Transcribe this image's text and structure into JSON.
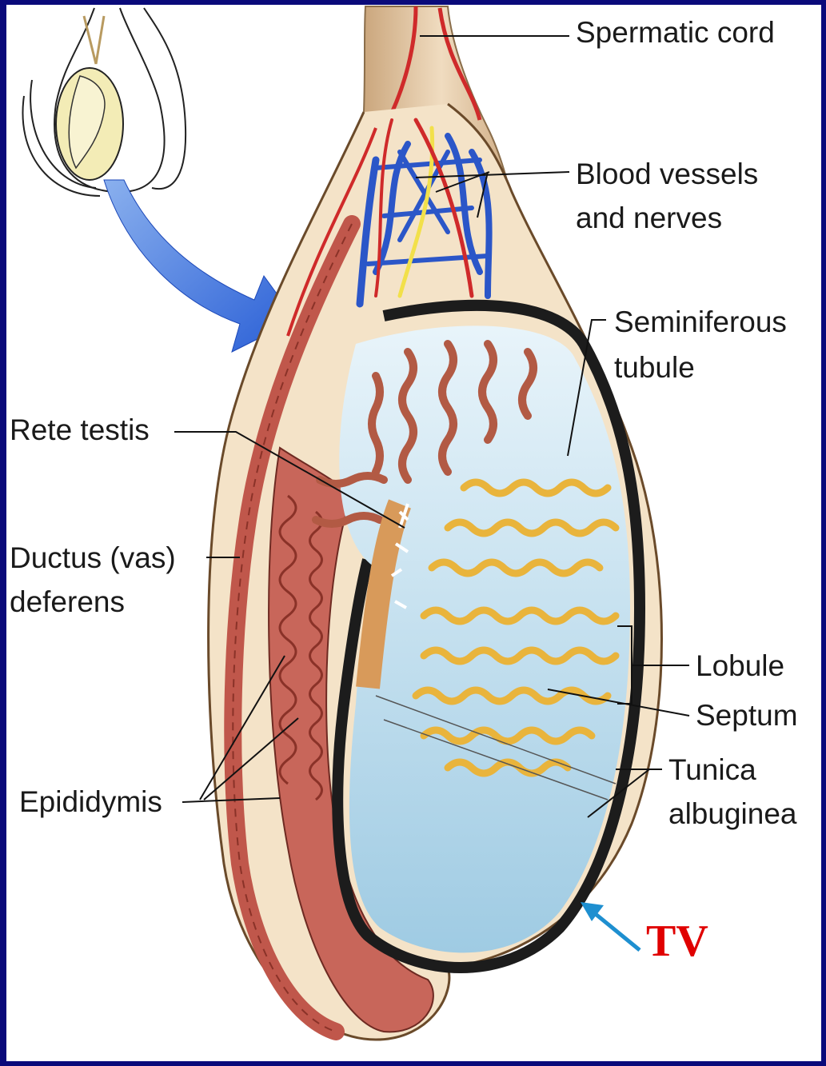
{
  "labels": {
    "spermatic_cord": "Spermatic cord",
    "blood_vessels_1": "Blood vessels",
    "blood_vessels_2": "and nerves",
    "seminiferous_1": "Seminiferous",
    "seminiferous_2": "tubule",
    "rete_testis": "Rete testis",
    "ductus_1": "Ductus (vas)",
    "ductus_2": "deferens",
    "lobule": "Lobule",
    "septum": "Septum",
    "tunica_1": "Tunica",
    "tunica_2": "albuginea",
    "epididymis": "Epididymis",
    "tv": "TV"
  },
  "colors": {
    "background": "#0a0a7a",
    "tissue": "#c8665a",
    "tubule": "#e9b43c",
    "vein": "#2b56c8",
    "artery": "#cf2a2a",
    "tunica": "#1c1c1c",
    "cavity": "#cfe6f2",
    "arrow": "#1e8fd0",
    "tv_text": "#e00000"
  }
}
